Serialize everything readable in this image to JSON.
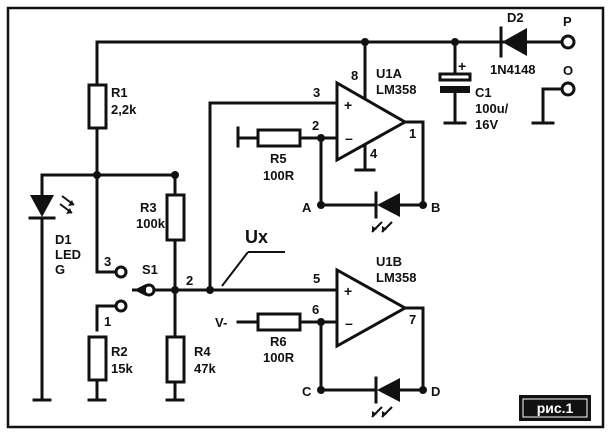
{
  "figure_label": "рис.1",
  "net_label": "Ux",
  "components": {
    "r1": {
      "ref": "R1",
      "value": "2,2k"
    },
    "r2": {
      "ref": "R2",
      "value": "15k"
    },
    "r3": {
      "ref": "R3",
      "value": "100k"
    },
    "r4": {
      "ref": "R4",
      "value": "47k"
    },
    "r5": {
      "ref": "R5",
      "value": "100R"
    },
    "r6": {
      "ref": "R6",
      "value": "100R"
    },
    "c1": {
      "ref": "C1",
      "value1": "100u/",
      "value2": "16V"
    },
    "d1": {
      "ref": "D1",
      "type": "LED",
      "color": "G"
    },
    "d2": {
      "ref": "D2",
      "part": "1N4148"
    },
    "u1a": {
      "ref": "U1A",
      "part": "LM358"
    },
    "u1b": {
      "ref": "U1B",
      "part": "LM358"
    },
    "s1": {
      "ref": "S1"
    }
  },
  "pins": {
    "u1a_in_plus": "3",
    "u1a_in_minus": "2",
    "u1a_out": "1",
    "u1a_vcc": "8",
    "u1a_gnd": "4",
    "u1b_in_plus": "5",
    "u1b_in_minus": "6",
    "u1b_out": "7",
    "s1_pos1": "1",
    "s1_pos2": "2",
    "s1_pos3": "3",
    "plus_sign": "+",
    "minus_sign": "–"
  },
  "terminals": {
    "p": "P",
    "o": "O",
    "a": "A",
    "b": "B",
    "c": "C",
    "d": "D",
    "v_minus": "V-"
  }
}
